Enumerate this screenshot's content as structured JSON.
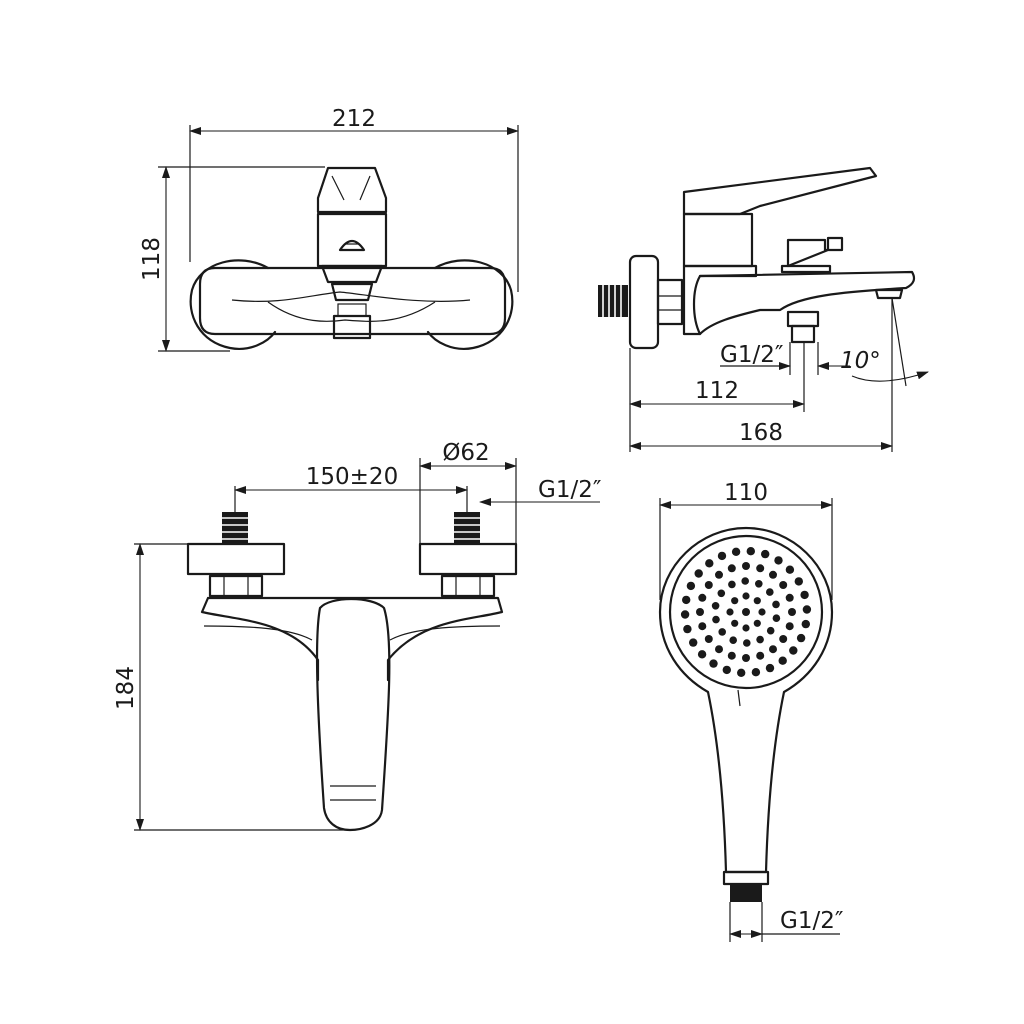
{
  "dimensions": {
    "top_width": "212",
    "top_height": "118",
    "side_thread": "G1/2″",
    "side_angle": "10°",
    "side_depth_inner": "112",
    "side_depth_outer": "168",
    "front_spacing": "150±20",
    "front_diameter": "Ø62",
    "front_thread": "G1/2″",
    "front_height": "184",
    "shower_width": "110",
    "shower_thread": "G1/2″"
  }
}
